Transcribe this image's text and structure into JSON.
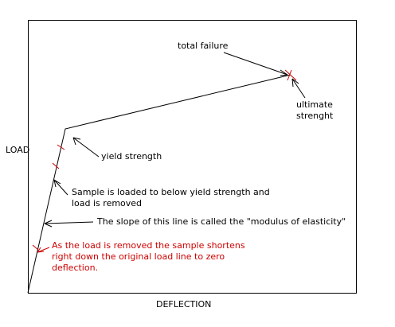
{
  "diagram": {
    "axis_labels": {
      "y": "LOAD",
      "x": "DEFLECTION"
    },
    "annotations": {
      "total_failure": "total failure",
      "ultimate_strength_line1": "ultimate",
      "ultimate_strength_line2": "strenght",
      "yield_strength": "yield strength",
      "loaded_below_yield_line1": "Sample is loaded to below yield strength and",
      "loaded_below_yield_line2": "load is removed",
      "modulus": "The slope of this line is called the \"modulus of elasticity\"",
      "unloading_line1": "As the load is removed the sample shortens",
      "unloading_line2": "right down the original load line to zero",
      "unloading_line3": "deflection."
    },
    "colors": {
      "line": "#000000",
      "marker": "#cc0000",
      "note_text": "#cc0000"
    }
  }
}
